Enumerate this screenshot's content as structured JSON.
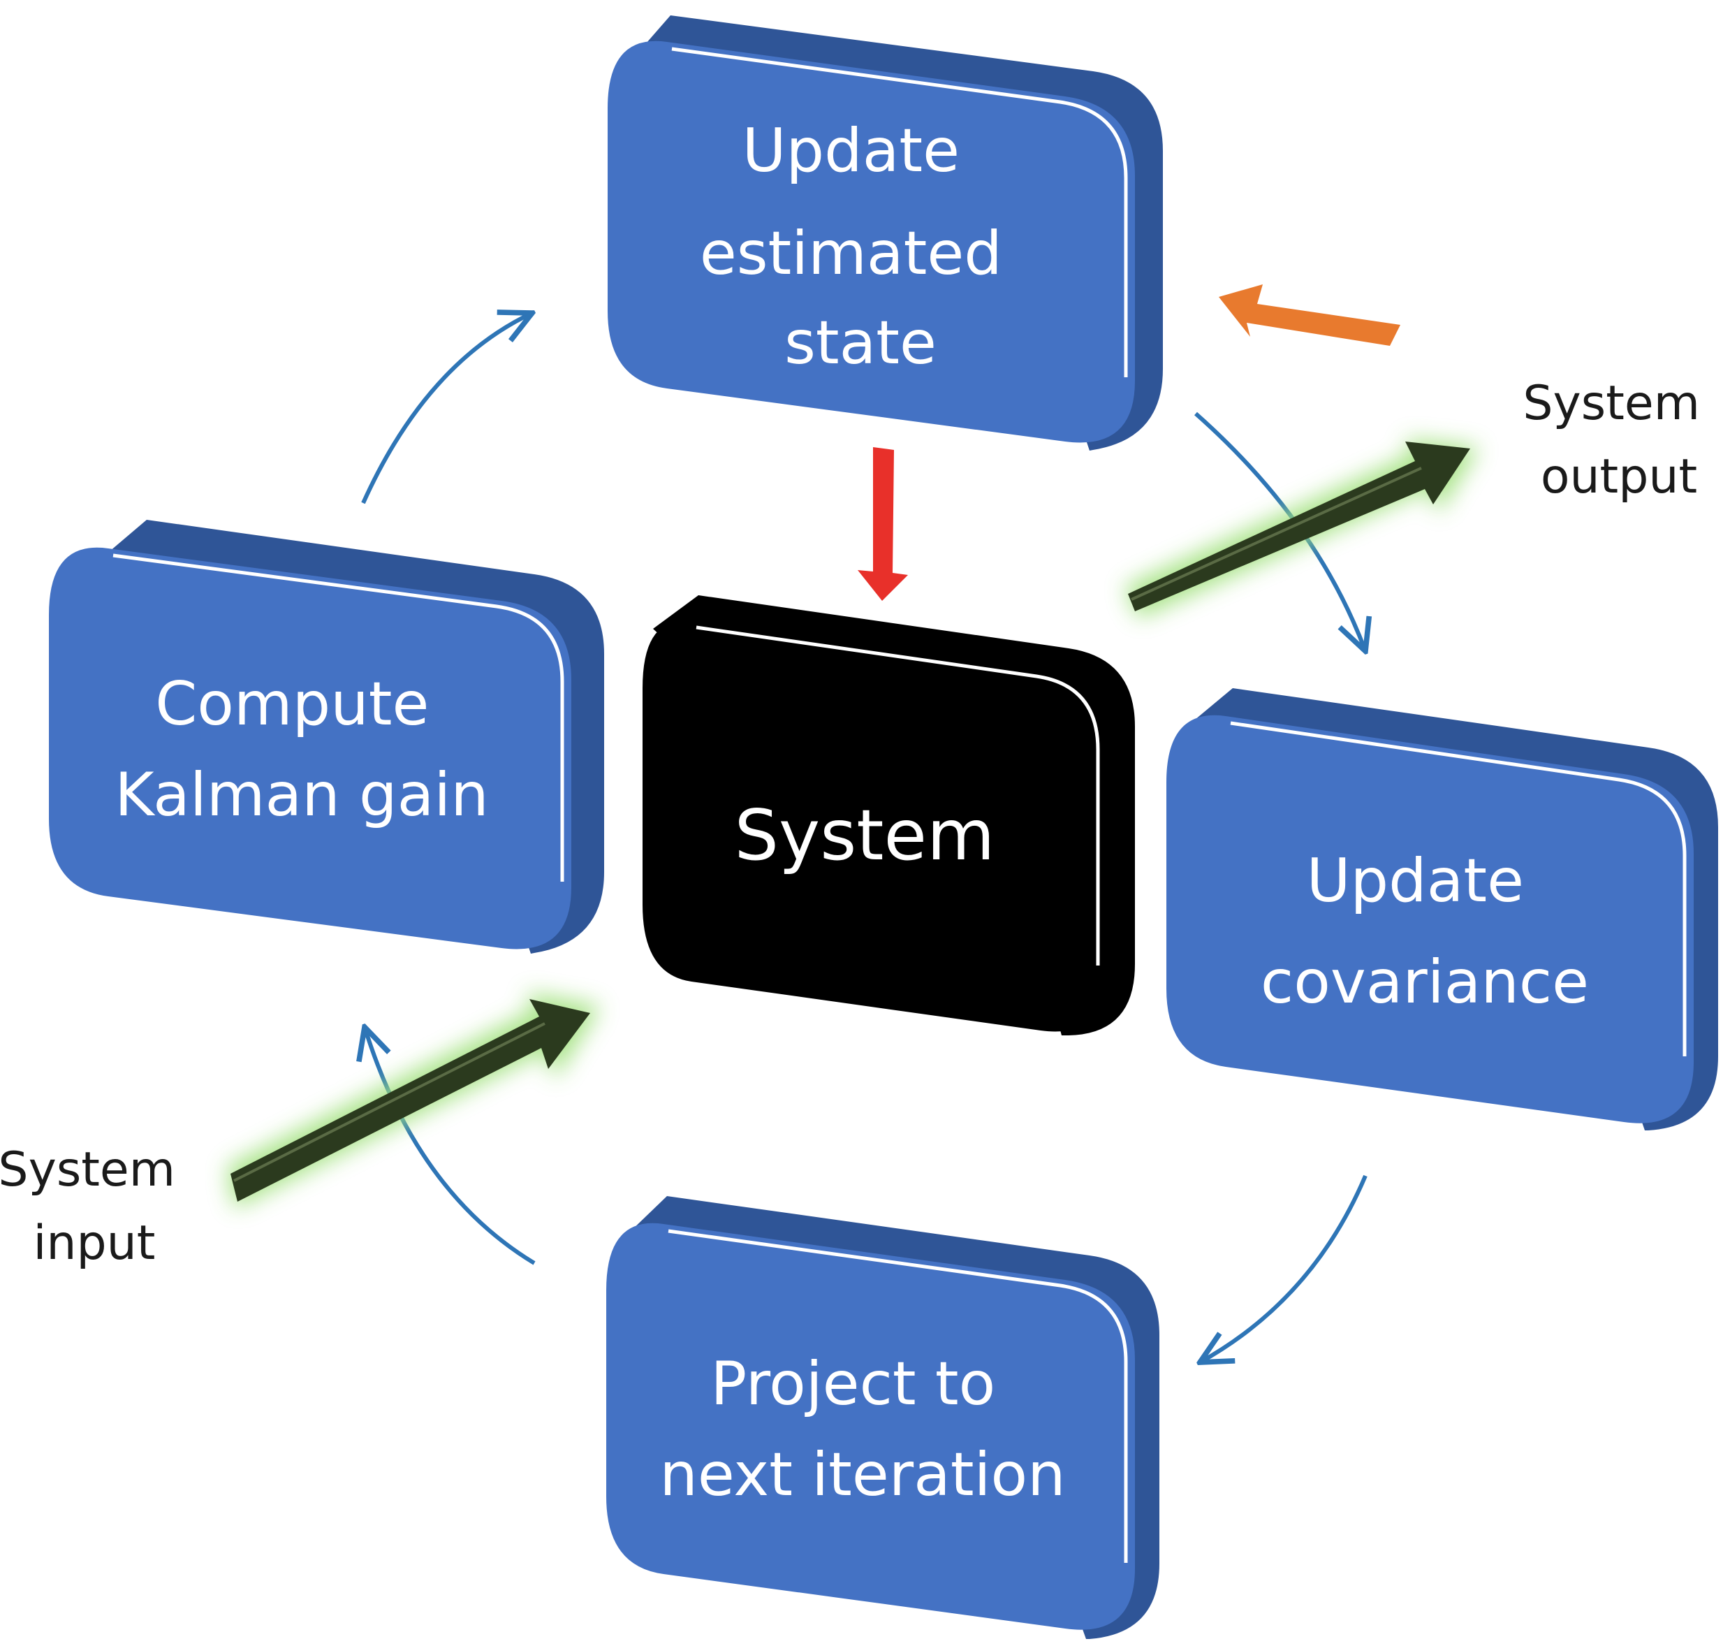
{
  "colors": {
    "box_fill": "#4472c4",
    "box_side": "#2f5597",
    "system_fill": "#000000",
    "cycle_arrow": "#2e75b6",
    "red_arrow": "#e8302a",
    "orange_arrow": "#e87a2e",
    "io_arrow_body": "#2b3a1e",
    "io_arrow_glow": "#9fe07a",
    "label_text": "#1a1a1a"
  },
  "nodes": {
    "update_state": {
      "lines": [
        "Update",
        "estimated",
        "state"
      ]
    },
    "kalman_gain": {
      "lines": [
        "Compute",
        "Kalman gain"
      ]
    },
    "system": {
      "lines": [
        "System"
      ]
    },
    "update_covariance": {
      "lines": [
        "Update",
        "covariance"
      ]
    },
    "project": {
      "lines": [
        "Project to",
        "next iteration"
      ]
    }
  },
  "labels": {
    "system_output": [
      "System",
      "output"
    ],
    "system_input": [
      "System",
      "input"
    ]
  },
  "icons": {
    "cycle_arrows": "curved-arrow-icon",
    "feed_arrow": "down-arrow-icon",
    "feedback_arrow": "left-arrow-icon",
    "io_arrows": "glow-arrow-icon"
  }
}
